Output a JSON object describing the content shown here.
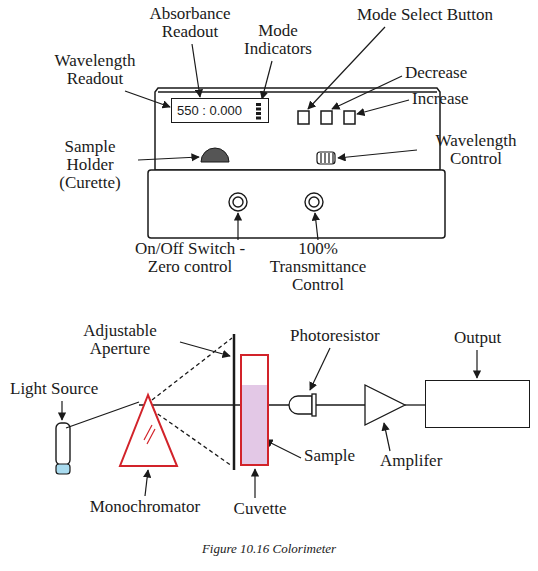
{
  "diagram": {
    "caption": "Figure 10.16 Colorimeter",
    "nodes": [
      {
        "text": [
          "550 : 0.000"
        ]
      },
      {
        "text": [
          "Output"
        ]
      }
    ],
    "labels": [
      "Absorbance Readout",
      "Mode Indicators",
      "Mode Select Button",
      "Wavelength Readout",
      "Decrease",
      "Increase",
      "Sample Holder (Curette)",
      "Wavelength Control",
      "On/Off Switch - Zero control",
      "100% Transmittance Control",
      "Adjustable Aperture",
      "Photoresistor",
      "Light Source",
      "Sample",
      "Amplifer",
      "Monochromator",
      "Cuvette"
    ]
  }
}
